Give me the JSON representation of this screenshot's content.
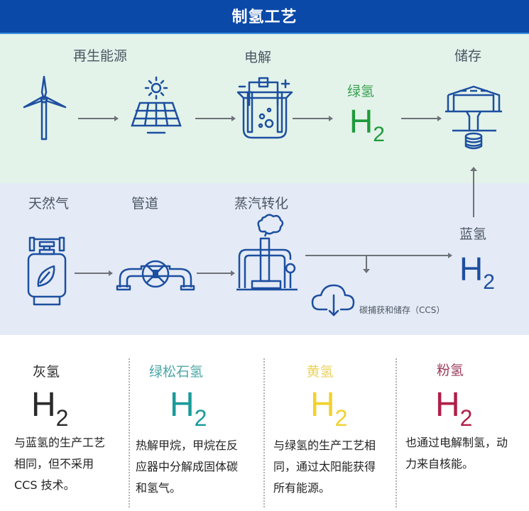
{
  "header": {
    "title": "制氢工艺"
  },
  "green_process": {
    "stages": [
      {
        "label": "再生能源",
        "icons": [
          "wind-turbine-icon",
          "solar-panel-icon"
        ]
      },
      {
        "label": "电解",
        "icons": [
          "electrolysis-icon"
        ]
      },
      {
        "label": "绿氢",
        "formula": "H",
        "subscript": "2"
      },
      {
        "label": "储存",
        "icons": [
          "storage-facility-icon"
        ]
      }
    ]
  },
  "blue_process": {
    "stages": [
      {
        "label": "天然气",
        "icons": [
          "gas-cylinder-icon"
        ]
      },
      {
        "label": "管道",
        "icons": [
          "pipeline-valve-icon"
        ]
      },
      {
        "label": "蒸汽转化",
        "icons": [
          "steam-reformer-icon"
        ]
      },
      {
        "label": "蓝氢",
        "formula": "H",
        "subscript": "2"
      }
    ],
    "ccs": {
      "label": "碳捕获和储存（CCS）",
      "icon": "cloud-download-icon"
    }
  },
  "hydrogen_types": [
    {
      "name": "灰氢",
      "formula": "H",
      "subscript": "2",
      "color": "#2a2a2a",
      "title_color": "#2a2a2a",
      "desc_lines": [
        "与蓝氢的生产工艺",
        "相同，但不采用",
        "CCS 技术。"
      ]
    },
    {
      "name": "绿松石氢",
      "formula": "H",
      "subscript": "2",
      "color": "#1a9a9a",
      "title_color": "#4aa6a6",
      "desc_lines": [
        "热解甲烷，甲烷在反",
        "应器中分解成固体碳",
        "和氢气。"
      ]
    },
    {
      "name": "黄氢",
      "formula": "H",
      "subscript": "2",
      "color": "#f2d12a",
      "title_color": "#ecd25a",
      "desc_lines": [
        "与绿氢的生产工艺相",
        "同，通过太阳能获得",
        "所有能源。"
      ]
    },
    {
      "name": "粉氢",
      "formula": "H",
      "subscript": "2",
      "color": "#b01f48",
      "title_color": "#9b3b5a",
      "desc_lines": [
        "也通过电解制氢，动",
        "力来自核能。"
      ]
    }
  ],
  "colors": {
    "header_bg": "#0a49a8",
    "icon_blue": "#1d4fa0",
    "green_h2": "#1f9a3a",
    "blue_h2": "#1d4fa0",
    "green_band": "#e3f3ea",
    "blue_band": "#e4ebf6",
    "arrow": "#6e7178"
  }
}
